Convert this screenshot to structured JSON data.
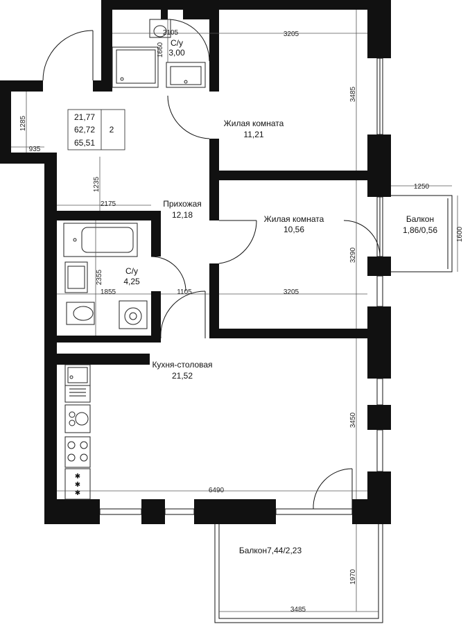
{
  "summary": {
    "living_area": "21,77",
    "total_area": "62,72",
    "total_with_balcony": "65,51",
    "rooms_count": "2"
  },
  "rooms": {
    "bathroom1": {
      "name": "С/у",
      "area": "3,00"
    },
    "living1": {
      "name": "Жилая комната",
      "area": "11,21"
    },
    "hall": {
      "name": "Прихожая",
      "area": "12,18"
    },
    "living2": {
      "name": "Жилая комната",
      "area": "10,56"
    },
    "bathroom2": {
      "name": "С/у",
      "area": "4,25"
    },
    "kitchen": {
      "name": "Кухня-столовая",
      "area": "21,52"
    },
    "balcony_small": {
      "name": "Балкон",
      "area": "1,86/0,56"
    },
    "balcony_big": {
      "label": "Балкон7,44/2,23"
    }
  },
  "dimensions": {
    "d2105": "2105",
    "d3205_top": "3205",
    "d1660": "1660",
    "d3485_right": "3485",
    "d1285": "1285",
    "d935": "935",
    "d1235": "1235",
    "d2175": "2175",
    "d1250": "1250",
    "d1600": "1600",
    "d3290": "3290",
    "d2355": "2355",
    "d1855": "1855",
    "d1105": "1105",
    "d3205_mid": "3205",
    "d3450": "3450",
    "d6490": "6490",
    "d1970": "1970",
    "d3485_bottom": "3485"
  }
}
